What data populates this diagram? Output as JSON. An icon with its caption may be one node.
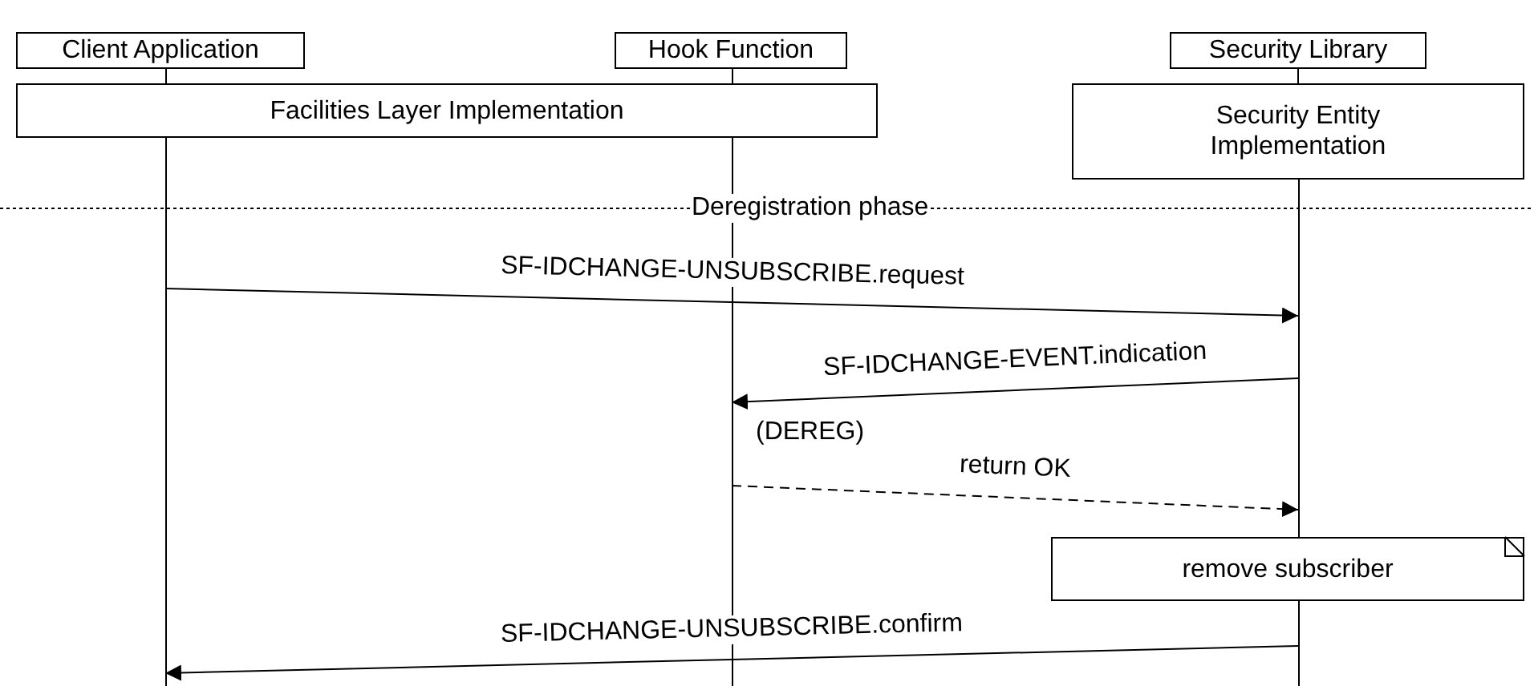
{
  "diagram": {
    "nodes": [
      {
        "text": [
          "Client Application"
        ]
      },
      {
        "text": [
          "Hook Function"
        ]
      },
      {
        "text": [
          "Security Library"
        ]
      },
      {
        "text": [
          "Facilities Layer Implementation"
        ]
      },
      {
        "text": [
          "Security Entity Implementation"
        ]
      },
      {
        "text": [
          "remove subscriber"
        ]
      },
      {
        "text": [],
        "shape": "bar"
      },
      {
        "text": [],
        "shape": "bar"
      },
      {
        "text": [],
        "shape": "bar"
      }
    ],
    "edges": [
      {
        "from": 6,
        "to": 8,
        "arrow": "to",
        "label": "SF-IDCHANGE-UNSUBSCRIBE.request"
      },
      {
        "from": 8,
        "to": 7,
        "arrow": "to",
        "label": "SF-IDCHANGE-EVENT.indication"
      },
      {
        "from": 7,
        "to": 8,
        "arrow": "to",
        "label": "return OK",
        "style": "dashed"
      },
      {
        "from": 8,
        "to": 6,
        "arrow": "to",
        "label": "SF-IDCHANGE-UNSUBSCRIBE.confirm"
      },
      {
        "from": 2,
        "to": 4,
        "arrow": "none"
      }
    ],
    "labels": [
      "Deregistration phase",
      "(DEREG)"
    ]
  }
}
